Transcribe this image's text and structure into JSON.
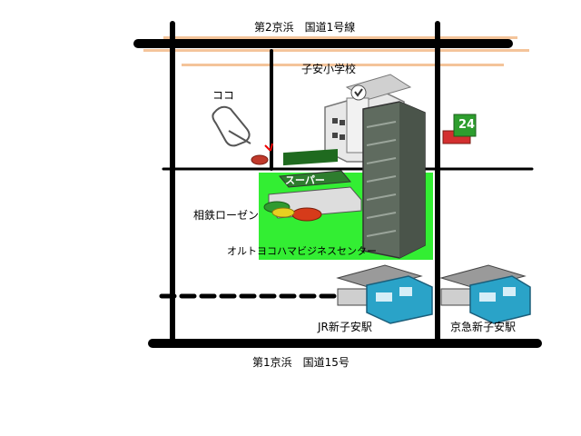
{
  "labels": {
    "road_top": "第2京浜　国道1号線",
    "road_bottom": "第1京浜　国道15号",
    "school": "子安小学校",
    "here": "ココ",
    "shop": "相鉄ローゼン",
    "supermarket_sign": "スーパー",
    "business_center": "オルトヨコハマビジネスセンター",
    "jr_station": "JR新子安駅",
    "keikyu_station": "京急新子安駅",
    "store_24": "24"
  },
  "colors": {
    "road": "#000000",
    "road_shadow": "#f4c49a",
    "green_area": "#33ee33",
    "tower": "#5f6b5f",
    "train": "#2aa3c8",
    "station_roof": "#7a7a7a"
  }
}
